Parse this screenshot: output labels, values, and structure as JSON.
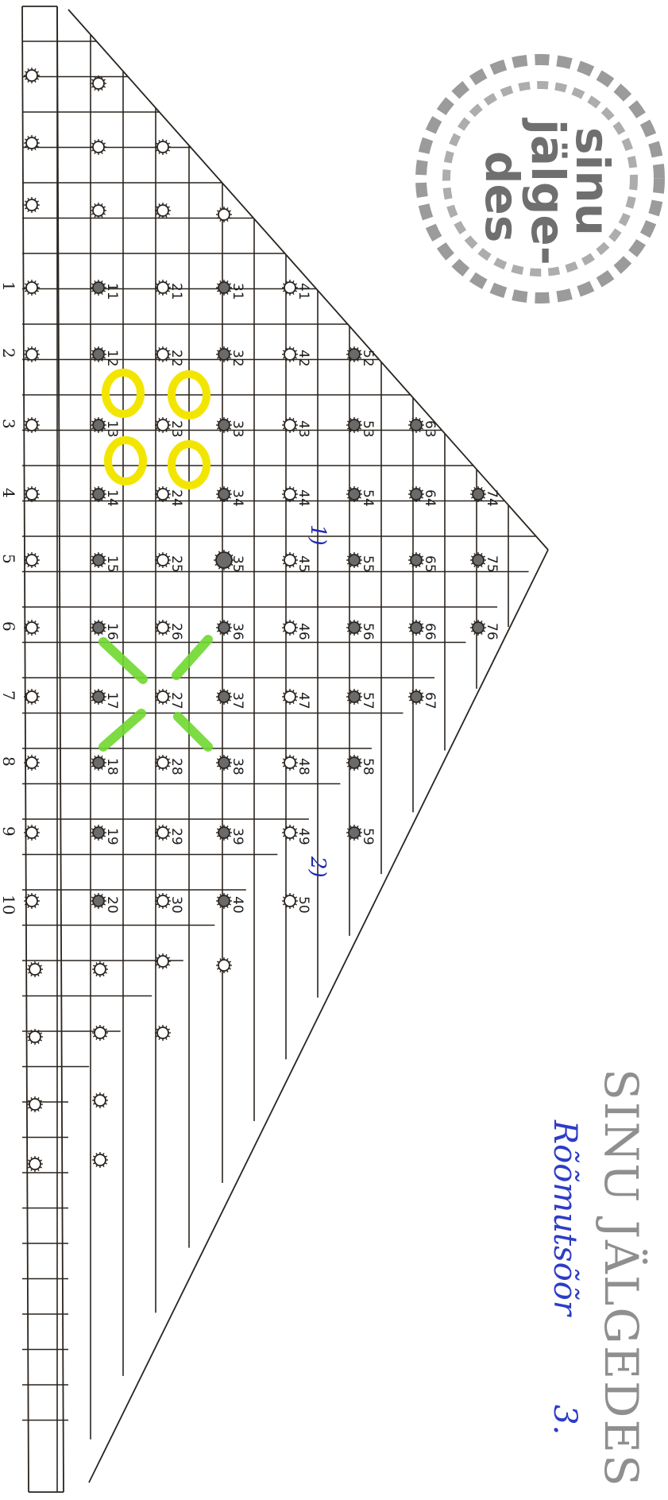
{
  "title": "SINU JÄLGEDES",
  "subtitle": "Rõõmutsõõr",
  "subtitle_number": "3.",
  "stamp": {
    "lines": [
      "sinu",
      "jälge-",
      "des"
    ]
  },
  "row_labels": [
    "1",
    "2",
    "3",
    "4",
    "5",
    "6",
    "7",
    "8",
    "9",
    "10"
  ],
  "cell_numbers": {
    "row1": [
      "11",
      "12",
      "13",
      "14",
      "15",
      "16",
      "17",
      "18",
      "19",
      "20"
    ],
    "row2": [
      "21",
      "22",
      "23",
      "24",
      "25",
      "26",
      "27",
      "28",
      "29",
      "30"
    ],
    "row3": [
      "31",
      "32",
      "33",
      "34",
      "35",
      "36",
      "37",
      "38",
      "39",
      "40"
    ],
    "row4": [
      "41",
      "42",
      "43",
      "44",
      "45",
      "46",
      "47",
      "48",
      "49",
      "50"
    ],
    "row5": [
      "52",
      "53",
      "54",
      "55",
      "56",
      "57",
      "58",
      "59"
    ],
    "row6": [
      "63",
      "64",
      "65",
      "66",
      "67"
    ],
    "row7": [
      "74",
      "75",
      "76"
    ]
  },
  "annotations": {
    "mark1": "1)",
    "mark2": "2)"
  },
  "highlights": {
    "yellow_color": "#f2e600",
    "green_color": "#6fd82f"
  },
  "colors": {
    "ink": "#2a241f",
    "handwriting": "#2d3cc7",
    "stamp": "#6f6f6f"
  }
}
